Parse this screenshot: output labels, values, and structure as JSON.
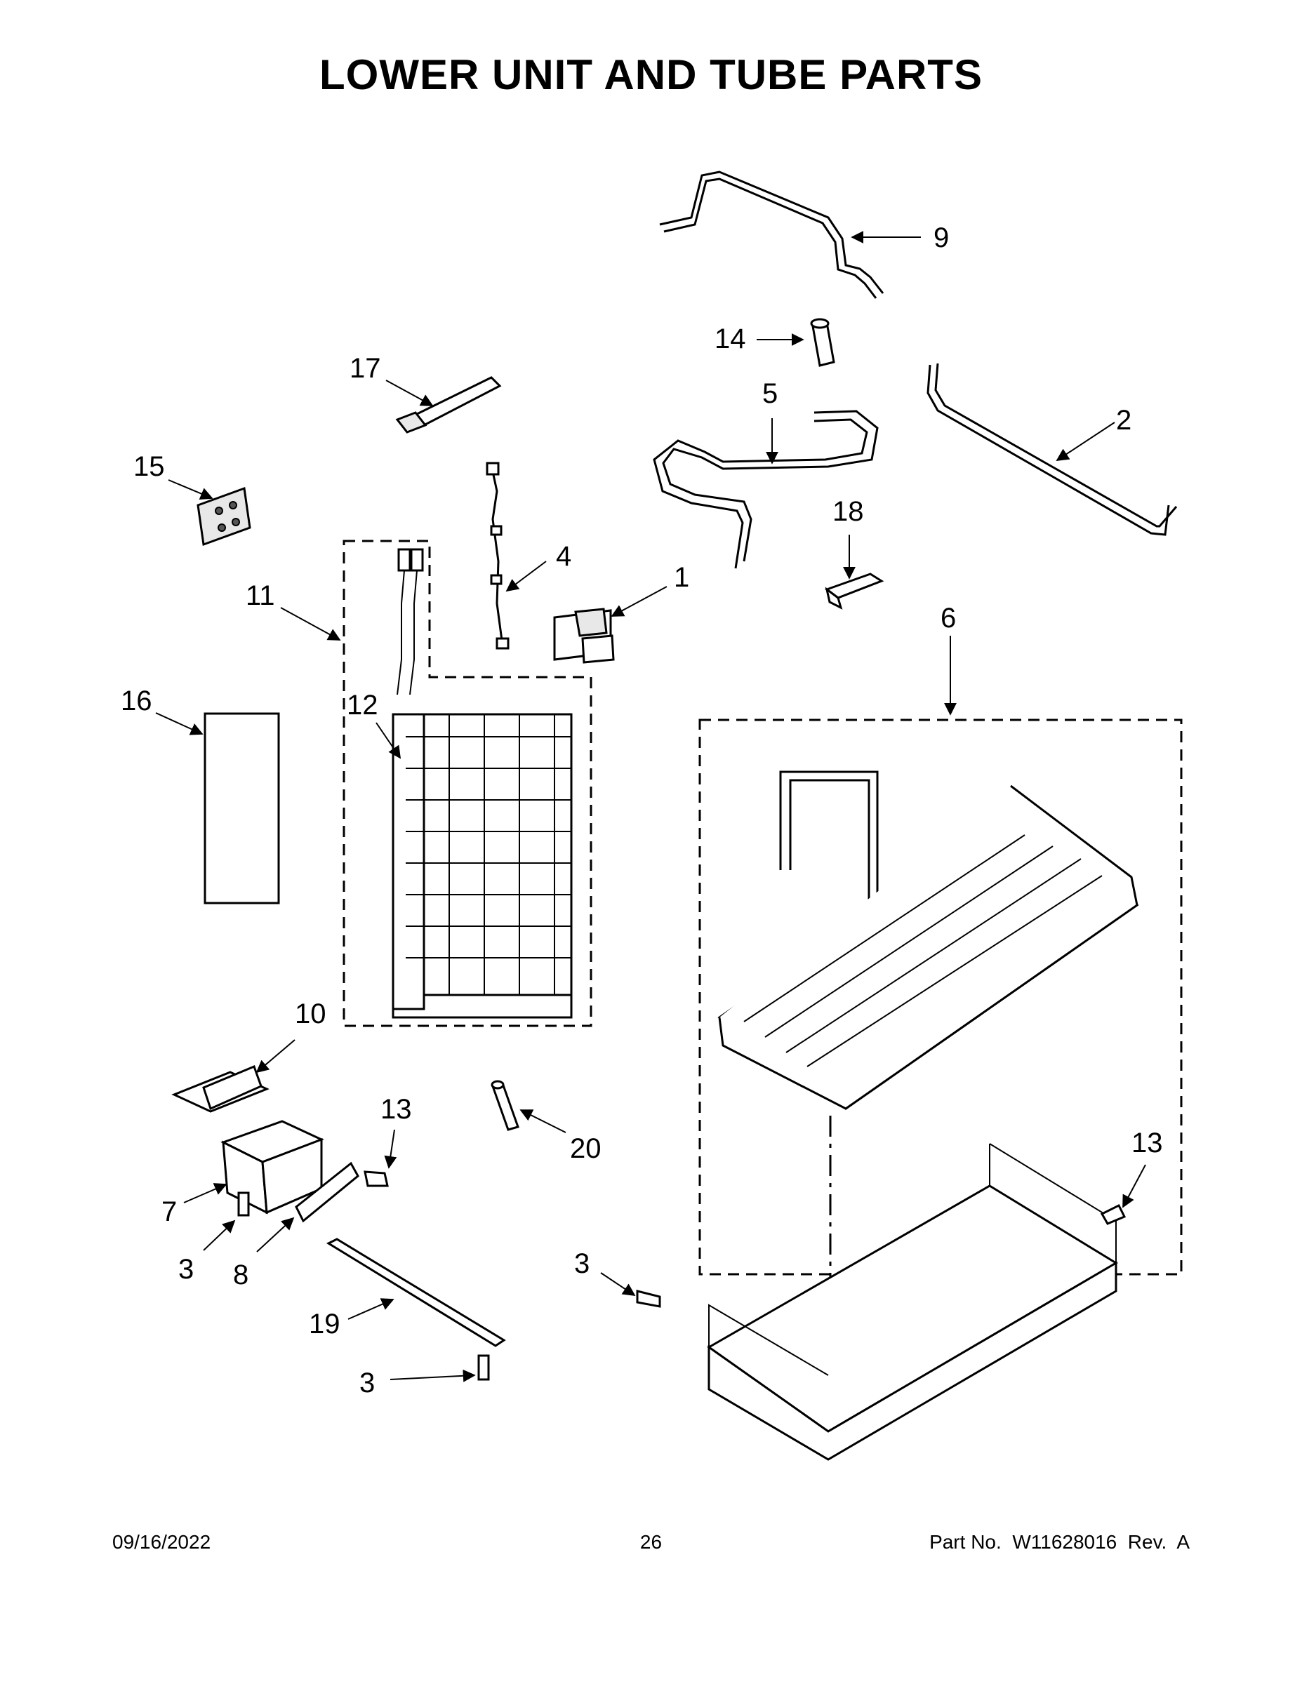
{
  "page": {
    "title": "LOWER UNIT AND TUBE PARTS",
    "footer": {
      "date": "09/16/2022",
      "page_number": "26",
      "part_info": "Part No.  W11628016  Rev.  A"
    }
  },
  "callouts": {
    "c1": "1",
    "c2": "2",
    "c3a": "3",
    "c3b": "3",
    "c3c": "3",
    "c4": "4",
    "c5": "5",
    "c6": "6",
    "c7": "7",
    "c8": "8",
    "c9": "9",
    "c10": "10",
    "c11": "11",
    "c12": "12",
    "c13a": "13",
    "c13b": "13",
    "c14": "14",
    "c15": "15",
    "c16": "16",
    "c17": "17",
    "c18": "18",
    "c19": "19",
    "c20": "20"
  }
}
